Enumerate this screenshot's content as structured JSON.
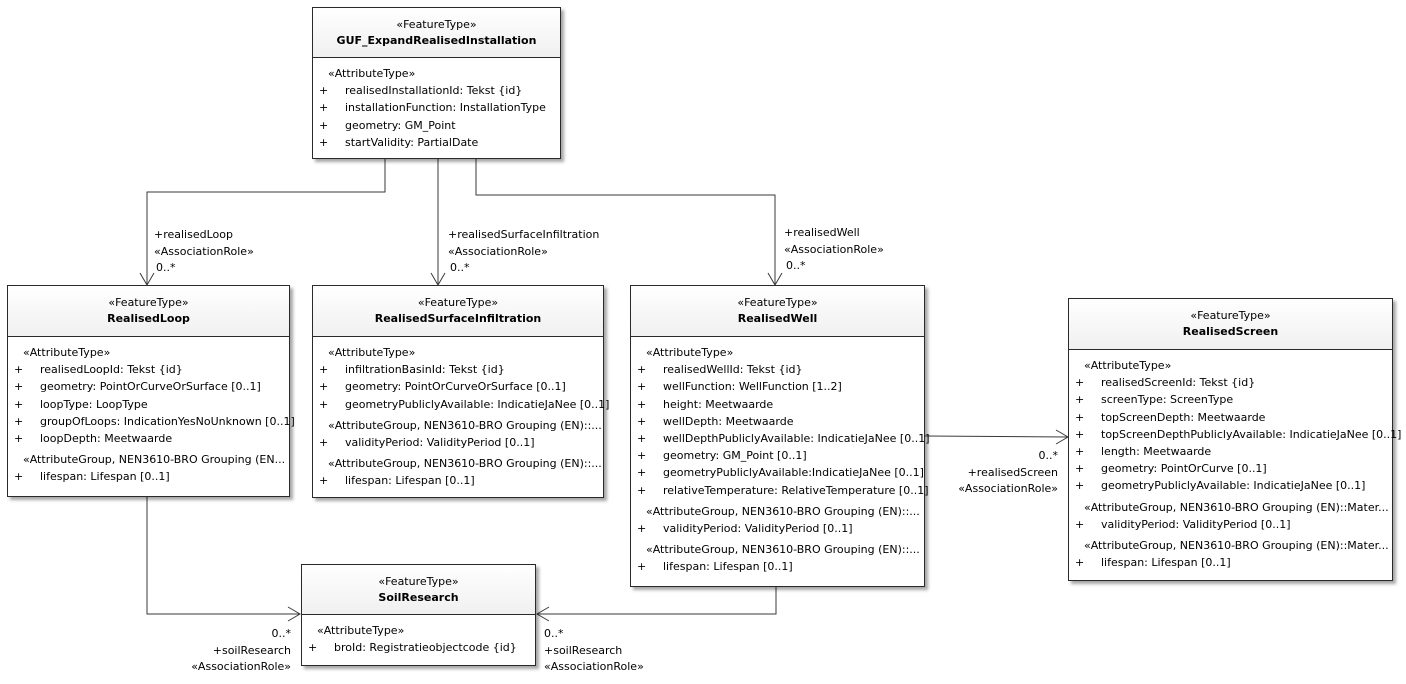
{
  "classes": {
    "guf": {
      "stereotype": "«FeatureType»",
      "name": "GUF_ExpandRealisedInstallation",
      "groups": [
        {
          "label": "«AttributeType»",
          "attrs": [
            "realisedInstallationId: Tekst {id}",
            "installationFunction: InstallationType",
            "geometry: GM_Point",
            "startValidity: PartialDate"
          ]
        }
      ]
    },
    "loop": {
      "stereotype": "«FeatureType»",
      "name": "RealisedLoop",
      "groups": [
        {
          "label": "«AttributeType»",
          "attrs": [
            "realisedLoopId: Tekst {id}",
            "geometry: PointOrCurveOrSurface [0..1]",
            "loopType: LoopType",
            "groupOfLoops: IndicationYesNoUnknown [0..1]",
            "loopDepth: Meetwaarde"
          ]
        },
        {
          "label": "«AttributeGroup, NEN3610-BRO Grouping (EN...",
          "attrs": [
            "lifespan: Lifespan [0..1]"
          ]
        }
      ]
    },
    "surface": {
      "stereotype": "«FeatureType»",
      "name": "RealisedSurfaceInfiltration",
      "groups": [
        {
          "label": "«AttributeType»",
          "attrs": [
            "infiltrationBasinId: Tekst {id}",
            "geometry: PointOrCurveOrSurface [0..1]",
            "geometryPubliclyAvailable: IndicatieJaNee [0..1]"
          ]
        },
        {
          "label": "«AttributeGroup, NEN3610-BRO Grouping (EN)::...",
          "attrs": [
            "validityPeriod: ValidityPeriod [0..1]"
          ]
        },
        {
          "label": "«AttributeGroup, NEN3610-BRO Grouping (EN)::...",
          "attrs": [
            "lifespan: Lifespan [0..1]"
          ]
        }
      ]
    },
    "well": {
      "stereotype": "«FeatureType»",
      "name": "RealisedWell",
      "groups": [
        {
          "label": "«AttributeType»",
          "attrs": [
            "realisedWellId: Tekst {id}",
            "wellFunction: WellFunction [1..2]",
            "height: Meetwaarde",
            "wellDepth: Meetwaarde",
            "wellDepthPubliclyAvailable: IndicatieJaNee [0..1]",
            "geometry: GM_Point [0..1]",
            "geometryPubliclyAvailable:IndicatieJaNee [0..1]",
            "relativeTemperature: RelativeTemperature [0..1]"
          ]
        },
        {
          "label": "«AttributeGroup, NEN3610-BRO Grouping (EN)::...",
          "attrs": [
            "validityPeriod: ValidityPeriod [0..1]"
          ]
        },
        {
          "label": "«AttributeGroup, NEN3610-BRO Grouping (EN)::...",
          "attrs": [
            "lifespan: Lifespan [0..1]"
          ]
        }
      ]
    },
    "screen": {
      "stereotype": "«FeatureType»",
      "name": "RealisedScreen",
      "groups": [
        {
          "label": "«AttributeType»",
          "attrs": [
            "realisedScreenId: Tekst {id}",
            "screenType: ScreenType",
            "topScreenDepth: Meetwaarde",
            "topScreenDepthPubliclyAvailable: IndicatieJaNee [0..1]",
            "length: Meetwaarde",
            "geometry: PointOrCurve [0..1]",
            "geometryPubliclyAvailable: IndicatieJaNee [0..1]"
          ]
        },
        {
          "label": "«AttributeGroup, NEN3610-BRO Grouping (EN)::Mater...",
          "attrs": [
            "validityPeriod: ValidityPeriod [0..1]"
          ]
        },
        {
          "label": "«AttributeGroup, NEN3610-BRO Grouping (EN)::Mater...",
          "attrs": [
            "lifespan: Lifespan [0..1]"
          ]
        }
      ]
    },
    "soil": {
      "stereotype": "«FeatureType»",
      "name": "SoilResearch",
      "groups": [
        {
          "label": "«AttributeType»",
          "attrs": [
            "broId: Registratieobjectcode {id}"
          ]
        }
      ]
    }
  },
  "associations": {
    "loop": {
      "role": "+realisedLoop",
      "stereotype": "«AssociationRole»",
      "multiplicity": "0..*"
    },
    "surface": {
      "role": "+realisedSurfaceInfiltration",
      "stereotype": "«AssociationRole»",
      "multiplicity": "0..*"
    },
    "well": {
      "role": "+realisedWell",
      "stereotype": "«AssociationRole»",
      "multiplicity": "0..*"
    },
    "screen": {
      "role": "+realisedScreen",
      "stereotype": "«AssociationRole»",
      "multiplicity": "0..*"
    },
    "soil_left": {
      "role": "+soilResearch",
      "stereotype": "«AssociationRole»",
      "multiplicity": "0..*"
    },
    "soil_right": {
      "role": "+soilResearch",
      "stereotype": "«AssociationRole»",
      "multiplicity": "0..*"
    }
  },
  "plus_symbol": "+",
  "colors": {
    "header_bg": "#f0f0f0",
    "line": "#2a2a2a"
  }
}
